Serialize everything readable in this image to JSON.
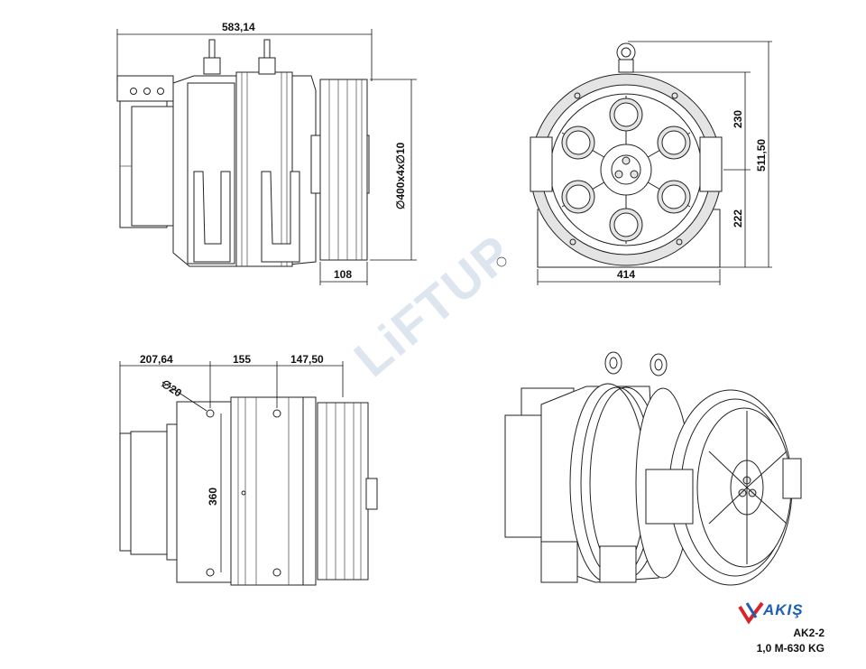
{
  "dimensions": {
    "front_width": "583,14",
    "pulley_spec": "∅400x4x∅10",
    "pulley_width": "108",
    "upper_height": "230",
    "total_height": "511,50",
    "lower_height": "222",
    "side_width": "414",
    "offset_a": "207,64",
    "offset_b": "155",
    "offset_c": "147,50",
    "hole_dia": "∅20",
    "hole_spacing": "360"
  },
  "brand": {
    "logo": "AKIŞ",
    "watermark": "LiFTUP"
  },
  "model": {
    "code": "AK2-2",
    "spec": "1,0 M-630 KG"
  },
  "colors": {
    "line": "#222222",
    "logo_blue": "#1a5fb4",
    "logo_red": "#d7262b"
  },
  "icons": [
    "akis-logo-icon",
    "registered-mark-icon"
  ]
}
